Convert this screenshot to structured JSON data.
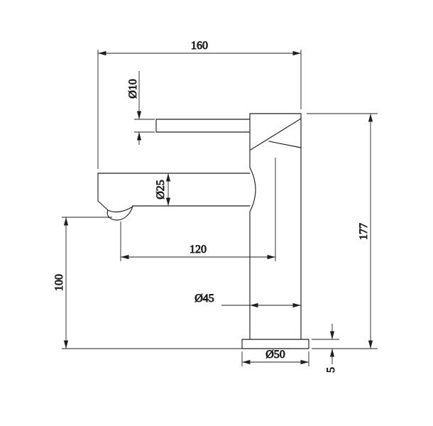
{
  "drawing": {
    "type": "technical-dimension-drawing",
    "line_color": "#1f1f1f",
    "background_color": "#ffffff",
    "dims": {
      "overall_width": "160",
      "handle_dia": "Ø10",
      "spout_dia": "Ø25",
      "spout_reach": "120",
      "overall_height": "177",
      "spout_height": "100",
      "body_dia": "Ø45",
      "base_dia": "Ø50",
      "base_thickness": "5"
    }
  }
}
